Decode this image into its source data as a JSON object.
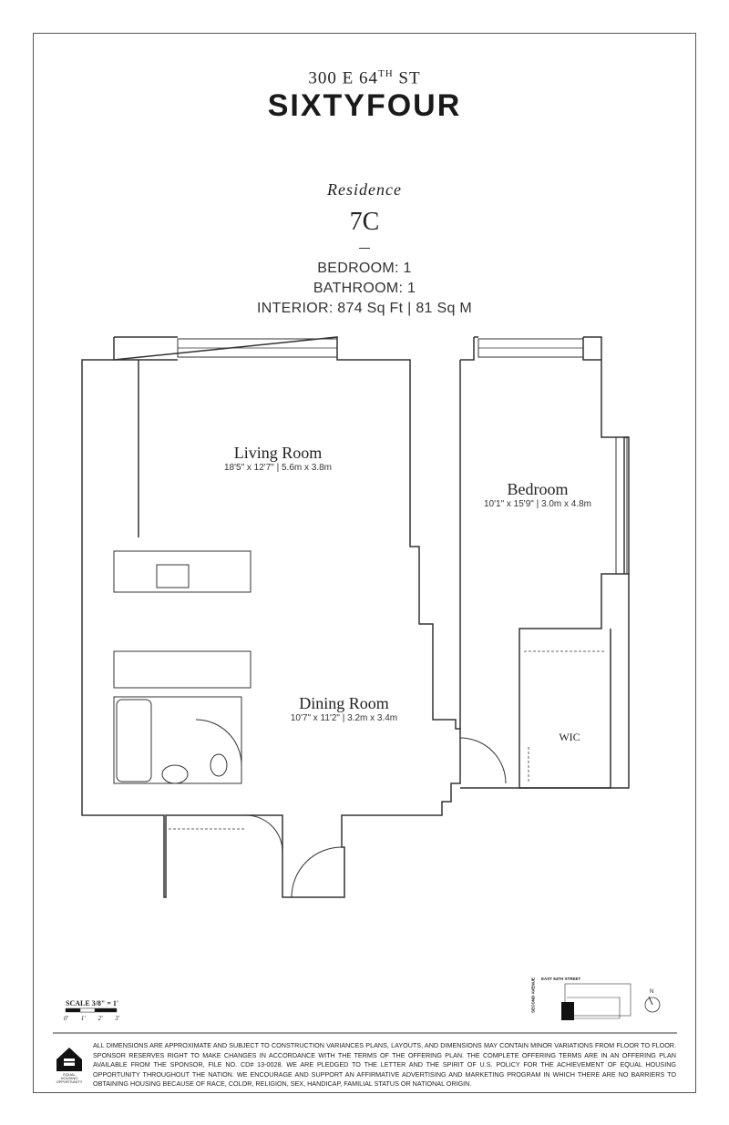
{
  "header": {
    "address_prefix": "300 E 64",
    "address_sup": "TH",
    "address_suffix": " ST",
    "brand": "SIXTYFOUR"
  },
  "residence": {
    "label": "Residence",
    "unit": "7C"
  },
  "specs": {
    "bedroom": "BEDROOM: 1",
    "bathroom": "BATHROOM: 1",
    "interior": "INTERIOR: 874 Sq Ft | 81 Sq M"
  },
  "rooms": [
    {
      "name": "Living Room",
      "dims": "18'5\" x 12'7\" | 5.6m x 3.8m"
    },
    {
      "name": "Bedroom",
      "dims": "10'1\" x 15'9\" | 3.0m x 4.8m"
    },
    {
      "name": "Dining Room",
      "dims": "10'7\" x 11'2\" | 3.2m x 3.4m"
    },
    {
      "name": "WIC",
      "dims": ""
    }
  ],
  "scale": {
    "label": "SCALE 3/8\" = 1'",
    "ticks": [
      "0'",
      "1'",
      "2'",
      "3'"
    ]
  },
  "key_plan": {
    "street": "EAST 64TH STREET",
    "avenue": "SECOND AVENUE",
    "north": "N"
  },
  "eho_logo_text": "EQUAL HOUSING OPPORTUNITY",
  "disclaimer": "All dimensions are approximate and subject to construction variances plans, layouts, and dimensions may contain minor variations from floor to floor. Sponsor reserves right to make changes in accordance with the terms of the offering plan. The complete offering terms are in an offering plan available from the sponsor, file no. CD# 13-0028. We are pledged to the letter and the spirit of U.S. policy for the achievement of equal housing opportunity throughout the nation. We encourage and support an affirmative advertising and marketing program in which there are no barriers to obtaining housing because of race, color, religion, sex, handicap, familial status or national origin."
}
